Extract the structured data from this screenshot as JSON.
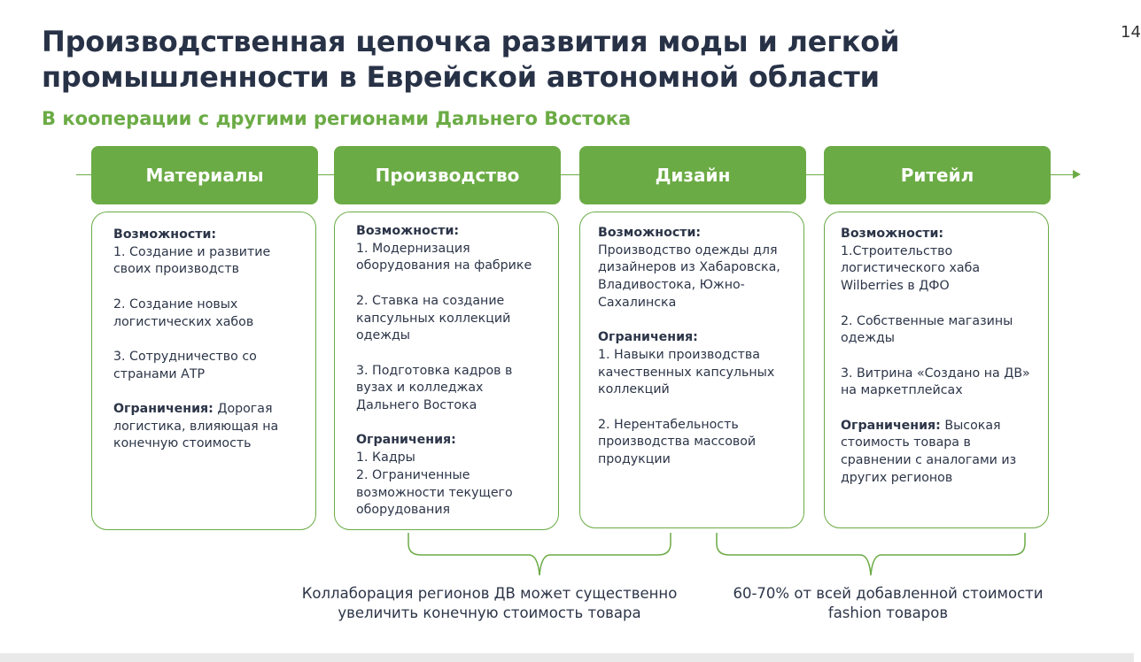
{
  "slide": {
    "title": "Производственная цепочка развития моды и легкой промышленности в Еврейской автономной области",
    "subtitle": "В кооперации с другими регионами Дальнего Востока",
    "page_number": "14"
  },
  "accent_color": "#6bab45",
  "stages": [
    {
      "name": "Материалы",
      "lines": [
        {
          "label": "Возможности:",
          "break": true,
          "text": ""
        },
        {
          "label": "",
          "text": "1. Создание и развитие своих производств"
        },
        {
          "label": "",
          "text": "2. Создание новых логистических хабов"
        },
        {
          "label": "",
          "text": "3. Сотрудничество со странами АТР"
        },
        {
          "label": "Ограничения:",
          "break": false,
          "text": " Дорогая логистика, влияющая на конечную стоимость"
        }
      ]
    },
    {
      "name": "Производство",
      "lines": [
        {
          "label": "Возможности:",
          "break": true,
          "text": "1. Модернизация оборудования на фабрике"
        },
        {
          "label": "",
          "text": "2. Ставка на создание капсульных коллекций одежды"
        },
        {
          "label": "",
          "text": "3. Подготовка кадров в вузах и колледжах Дальнего Востока"
        },
        {
          "label": "Ограничения:",
          "break": true,
          "text": "1. Кадры\n2. Ограниченные возможности текущего оборудования"
        }
      ]
    },
    {
      "name": "Дизайн",
      "lines": [
        {
          "label": "Возможности:",
          "break": true,
          "text": "Производство одежды для дизайнеров из Хабаровска, Владивостока, Южно-Сахалинска"
        },
        {
          "label": "Ограничения:",
          "break": true,
          "text": "1. Навыки производства качественных капсульных коллекций"
        },
        {
          "label": "",
          "text": "2. Нерентабельность производства массовой продукции"
        }
      ]
    },
    {
      "name": "Ритейл",
      "lines": [
        {
          "label": "Возможности:",
          "break": true,
          "text": "1.Строительство логистического хаба Wilberries в ДФО"
        },
        {
          "label": "",
          "text": "2. Собственные магазины одежды"
        },
        {
          "label": "",
          "text": "3. Витрина «Создано на ДВ» на маркетплейсах"
        },
        {
          "label": "Ограничения:",
          "break": false,
          "text": " Высокая стоимость товара в сравнении с аналогами из других регионов"
        }
      ]
    }
  ],
  "notes": {
    "left": "Коллаборация регионов ДВ может существенно увеличить конечную стоимость товара",
    "right": "60-70% от всей добавленной стоимости fashion товаров"
  }
}
